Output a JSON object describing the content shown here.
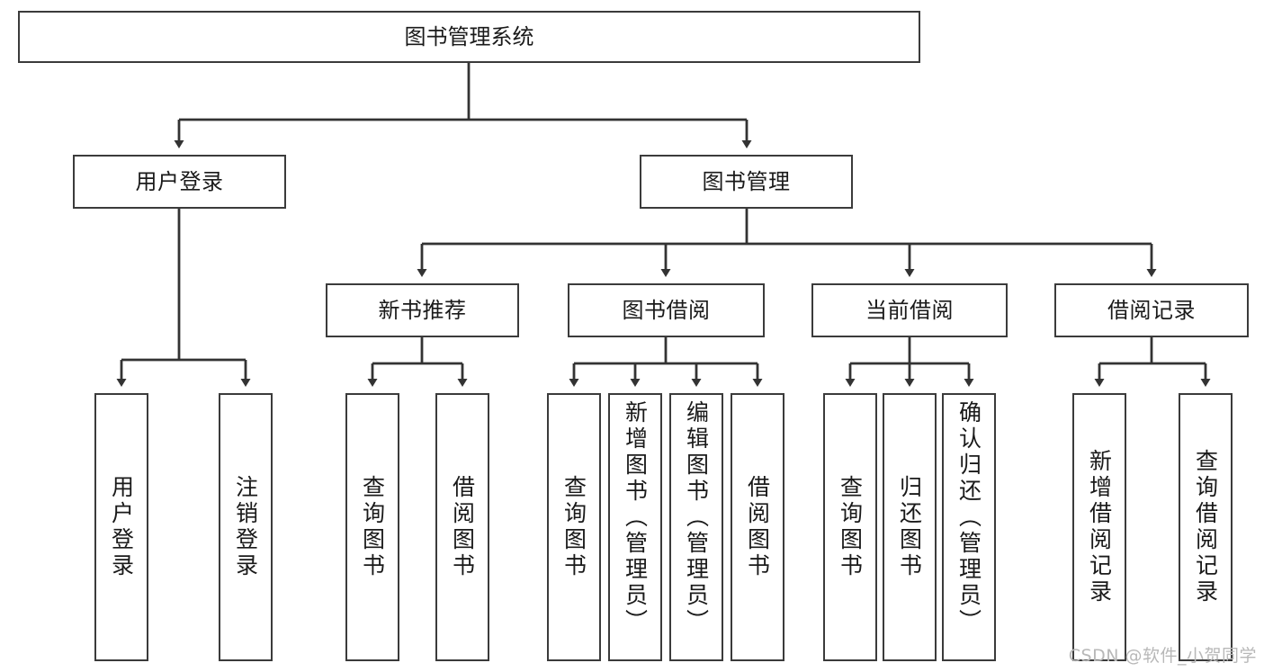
{
  "diagram": {
    "title": "图书管理系统",
    "type": "tree",
    "watermark": "CSDN @软件_小贺同学",
    "colors": {
      "box_border": "#3b3b3b",
      "box_fill": "#ffffff",
      "edge": "#333333",
      "text": "#1a1a1a",
      "watermark": "#b8b8b8"
    },
    "nodes": {
      "root": {
        "label": "图书管理系统"
      },
      "level1": [
        {
          "id": "user-login",
          "label": "用户登录"
        },
        {
          "id": "book-manage",
          "label": "图书管理"
        }
      ],
      "level2": [
        {
          "id": "new-book-recommend",
          "label": "新书推荐"
        },
        {
          "id": "book-borrow",
          "label": "图书借阅"
        },
        {
          "id": "current-borrow",
          "label": "当前借阅"
        },
        {
          "id": "borrow-record",
          "label": "借阅记录"
        }
      ],
      "leaves": {
        "user_login": [
          {
            "id": "leaf-user-login",
            "label": "用户登录"
          },
          {
            "id": "leaf-logout-login",
            "label": "注销登录"
          }
        ],
        "new_book_recommend": [
          {
            "id": "leaf-query-book-1",
            "label": "查询图书"
          },
          {
            "id": "leaf-borrow-book-1",
            "label": "借阅图书"
          }
        ],
        "book_borrow": [
          {
            "id": "leaf-query-book-2",
            "label": "查询图书"
          },
          {
            "id": "leaf-add-book",
            "label": "新增图书（管理员）"
          },
          {
            "id": "leaf-edit-book",
            "label": "编辑图书（管理员）"
          },
          {
            "id": "leaf-borrow-book-2",
            "label": "借阅图书"
          }
        ],
        "current_borrow": [
          {
            "id": "leaf-query-book-3",
            "label": "查询图书"
          },
          {
            "id": "leaf-return-book",
            "label": "归还图书"
          },
          {
            "id": "leaf-confirm-return",
            "label": "确认归还（管理员）"
          }
        ],
        "borrow_record": [
          {
            "id": "leaf-add-record",
            "label": "新增借阅记录"
          },
          {
            "id": "leaf-query-record",
            "label": "查询借阅记录"
          }
        ]
      }
    }
  }
}
